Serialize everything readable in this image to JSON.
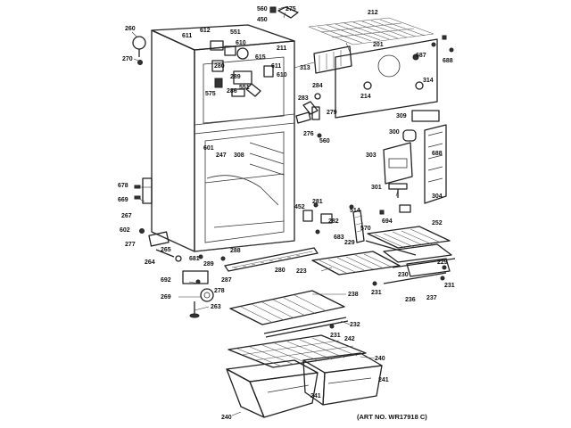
{
  "diagram": {
    "art_no": "(ART NO. WR17918 C)",
    "labels": [
      {
        "id": "l260",
        "text": "260"
      },
      {
        "id": "l270",
        "text": "270"
      },
      {
        "id": "l611a",
        "text": "611"
      },
      {
        "id": "l612",
        "text": "612"
      },
      {
        "id": "l551a",
        "text": "551"
      },
      {
        "id": "l610",
        "text": "610"
      },
      {
        "id": "l211",
        "text": "211"
      },
      {
        "id": "l615",
        "text": "615"
      },
      {
        "id": "l611b",
        "text": "611"
      },
      {
        "id": "l280",
        "text": "280"
      },
      {
        "id": "l289",
        "text": "289"
      },
      {
        "id": "l286",
        "text": "286"
      },
      {
        "id": "l551b",
        "text": "551"
      },
      {
        "id": "l575",
        "text": "575"
      },
      {
        "id": "l610b",
        "text": "610"
      },
      {
        "id": "l560a",
        "text": "560"
      },
      {
        "id": "l275",
        "text": "275"
      },
      {
        "id": "l450",
        "text": "450"
      },
      {
        "id": "l212",
        "text": "212"
      },
      {
        "id": "l201",
        "text": "201"
      },
      {
        "id": "l313",
        "text": "313"
      },
      {
        "id": "l687",
        "text": "687"
      },
      {
        "id": "l688a",
        "text": "688"
      },
      {
        "id": "l284",
        "text": "284"
      },
      {
        "id": "l214",
        "text": "214"
      },
      {
        "id": "l314",
        "text": "314"
      },
      {
        "id": "l283",
        "text": "283"
      },
      {
        "id": "l279",
        "text": "279"
      },
      {
        "id": "l276",
        "text": "276"
      },
      {
        "id": "l560b",
        "text": "560"
      },
      {
        "id": "l309",
        "text": "309"
      },
      {
        "id": "l300",
        "text": "300"
      },
      {
        "id": "l601",
        "text": "601"
      },
      {
        "id": "l247",
        "text": "247"
      },
      {
        "id": "l308",
        "text": "308"
      },
      {
        "id": "l303",
        "text": "303"
      },
      {
        "id": "l688b",
        "text": "688"
      },
      {
        "id": "l678",
        "text": "678"
      },
      {
        "id": "l669",
        "text": "669"
      },
      {
        "id": "l267",
        "text": "267"
      },
      {
        "id": "l301",
        "text": "301"
      },
      {
        "id": "l304",
        "text": "304"
      },
      {
        "id": "l452",
        "text": "452"
      },
      {
        "id": "l281",
        "text": "281"
      },
      {
        "id": "l514",
        "text": "514"
      },
      {
        "id": "l282",
        "text": "282"
      },
      {
        "id": "l694",
        "text": "694"
      },
      {
        "id": "l252",
        "text": "252"
      },
      {
        "id": "l570",
        "text": "570"
      },
      {
        "id": "l602",
        "text": "602"
      },
      {
        "id": "l683",
        "text": "683"
      },
      {
        "id": "l277",
        "text": "277"
      },
      {
        "id": "l265",
        "text": "265"
      },
      {
        "id": "l681",
        "text": "681"
      },
      {
        "id": "l288",
        "text": "288"
      },
      {
        "id": "l229a",
        "text": "229"
      },
      {
        "id": "l264",
        "text": "264"
      },
      {
        "id": "l289b",
        "text": "289"
      },
      {
        "id": "l280b",
        "text": "280"
      },
      {
        "id": "l223",
        "text": "223"
      },
      {
        "id": "l229b",
        "text": "229"
      },
      {
        "id": "l230",
        "text": "230"
      },
      {
        "id": "l692",
        "text": "692"
      },
      {
        "id": "l287",
        "text": "287"
      },
      {
        "id": "l269",
        "text": "269"
      },
      {
        "id": "l278",
        "text": "278"
      },
      {
        "id": "l238",
        "text": "238"
      },
      {
        "id": "l231a",
        "text": "231"
      },
      {
        "id": "l236",
        "text": "236"
      },
      {
        "id": "l237",
        "text": "237"
      },
      {
        "id": "l231b",
        "text": "231"
      },
      {
        "id": "l263",
        "text": "263"
      },
      {
        "id": "l232",
        "text": "232"
      },
      {
        "id": "l231c",
        "text": "231"
      },
      {
        "id": "l242",
        "text": "242"
      },
      {
        "id": "l240a",
        "text": "240"
      },
      {
        "id": "l241",
        "text": "241"
      },
      {
        "id": "l240b",
        "text": "240"
      },
      {
        "id": "l241b",
        "text": "241"
      }
    ]
  }
}
